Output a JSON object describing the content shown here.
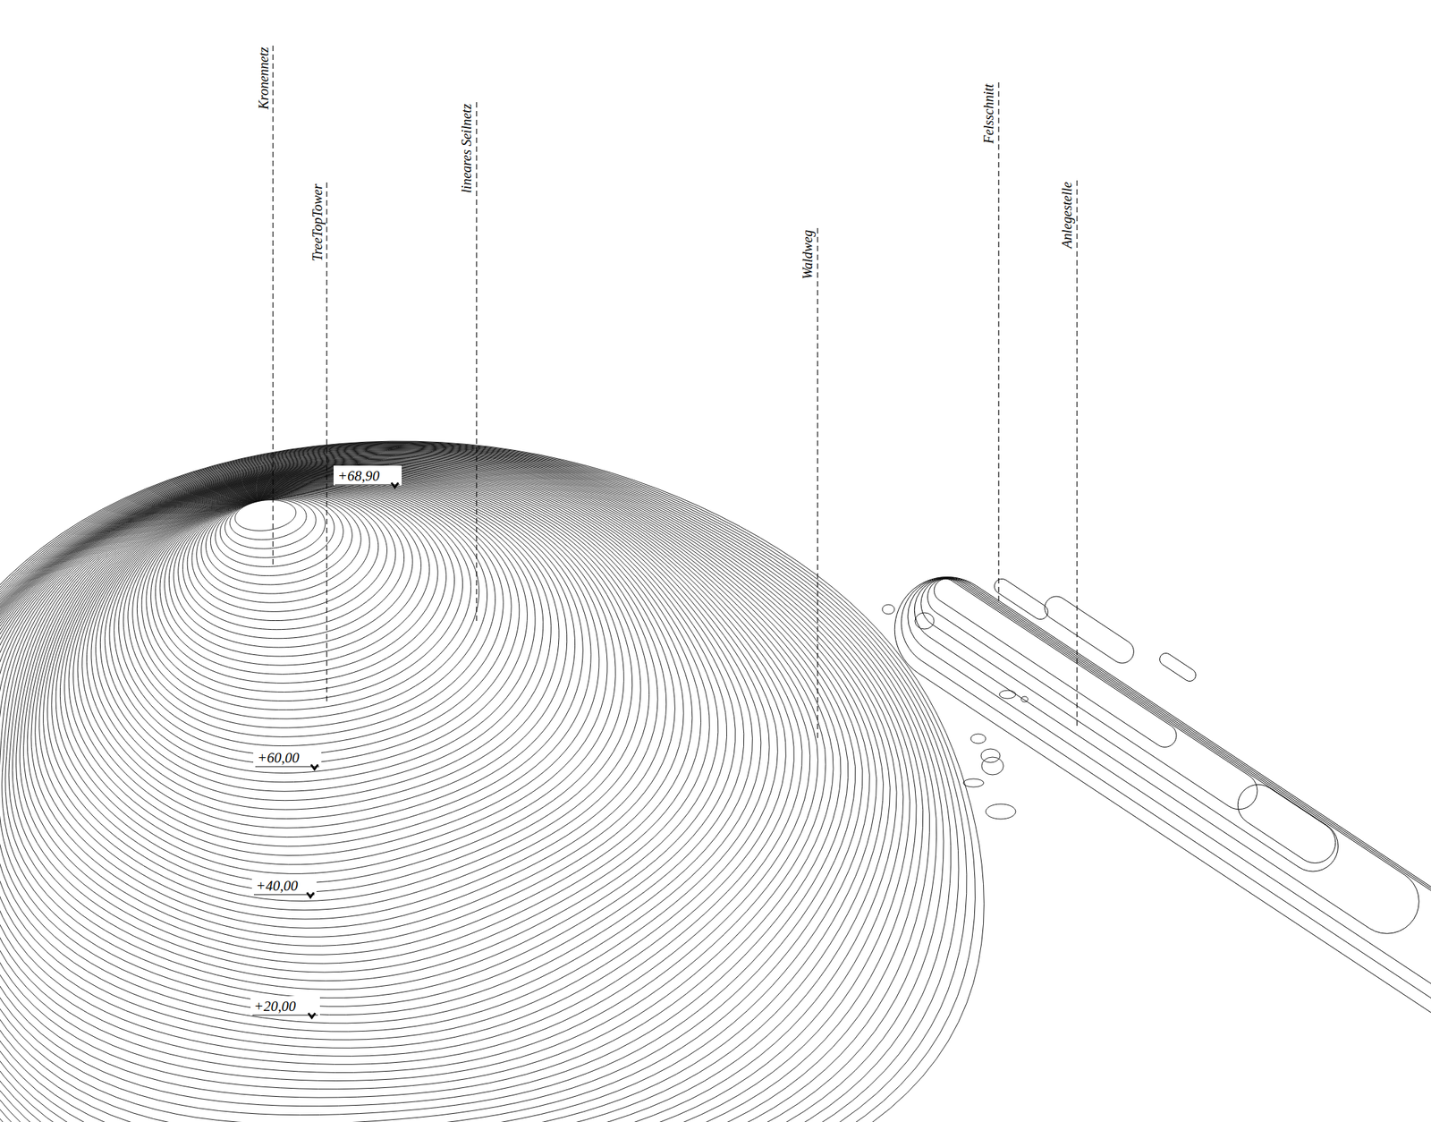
{
  "diagram": {
    "labels": [
      "Kronennetz",
      "TreeTopTower",
      "lineares Seilnetz",
      "Waldweg",
      "Felsschnitt",
      "Anlegestelle",
      "+68,90",
      "+60,00",
      "+40,00",
      "+20,00"
    ]
  }
}
